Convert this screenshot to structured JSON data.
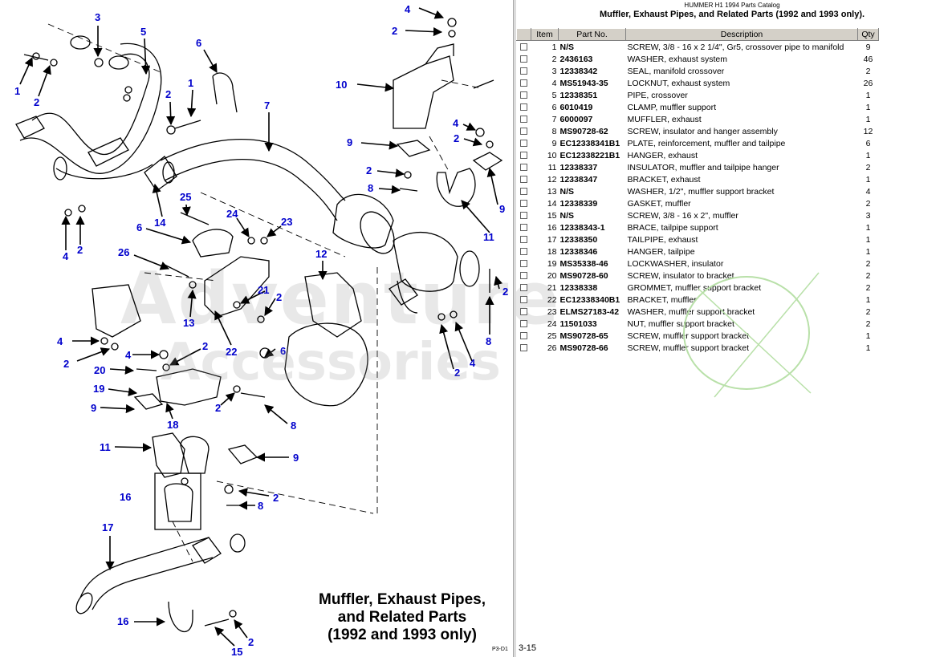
{
  "catalog_title": "HUMMER H1 1994 Parts Catalog",
  "section_title": "Muffler, Exhaust Pipes, and Related Parts (1992 and 1993 only).",
  "table": {
    "headers": {
      "item": "Item",
      "part_no": "Part No.",
      "description": "Description",
      "qty": "Qty"
    },
    "rows": [
      {
        "item": "1",
        "part_no": "N/S",
        "description": "SCREW, 3/8 - 16 x 2 1/4\", Gr5, crossover pipe to manifold",
        "qty": "9"
      },
      {
        "item": "2",
        "part_no": "2436163",
        "description": "WASHER, exhaust system",
        "qty": "46"
      },
      {
        "item": "3",
        "part_no": "12338342",
        "description": "SEAL, manifold crossover",
        "qty": "2"
      },
      {
        "item": "4",
        "part_no": "MS51943-35",
        "description": "LOCKNUT, exhaust system",
        "qty": "26"
      },
      {
        "item": "5",
        "part_no": "12338351",
        "description": "PIPE, crossover",
        "qty": "1"
      },
      {
        "item": "6",
        "part_no": "6010419",
        "description": "CLAMP,  muffler support",
        "qty": "1"
      },
      {
        "item": "7",
        "part_no": "6000097",
        "description": "MUFFLER, exhaust",
        "qty": "1"
      },
      {
        "item": "8",
        "part_no": "MS90728-62",
        "description": "SCREW, insulator and hanger assembly",
        "qty": "12"
      },
      {
        "item": "9",
        "part_no": "EC12338341B1",
        "description": "PLATE, reinforcement, muffler and tailpipe",
        "qty": "6"
      },
      {
        "item": "10",
        "part_no": "EC12338221B1",
        "description": "HANGER, exhaust",
        "qty": "1"
      },
      {
        "item": "11",
        "part_no": "12338337",
        "description": "INSULATOR, muffler and tailpipe hanger",
        "qty": "2"
      },
      {
        "item": "12",
        "part_no": "12338347",
        "description": "BRACKET, exhaust",
        "qty": "1"
      },
      {
        "item": "13",
        "part_no": "N/S",
        "description": "WASHER, 1/2\", muffler support bracket",
        "qty": "4"
      },
      {
        "item": "14",
        "part_no": "12338339",
        "description": "GASKET, muffler",
        "qty": "2"
      },
      {
        "item": "15",
        "part_no": "N/S",
        "description": "SCREW,  3/8 - 16 x 2\", muffler",
        "qty": "3"
      },
      {
        "item": "16",
        "part_no": "12338343-1",
        "description": "BRACE, tailpipe support",
        "qty": "1"
      },
      {
        "item": "17",
        "part_no": "12338350",
        "description": "TAILPIPE, exhaust",
        "qty": "1"
      },
      {
        "item": "18",
        "part_no": "12338346",
        "description": "HANGER, tailpipe",
        "qty": "1"
      },
      {
        "item": "19",
        "part_no": "MS35338-46",
        "description": "LOCKWASHER, insulator",
        "qty": "2"
      },
      {
        "item": "20",
        "part_no": "MS90728-60",
        "description": "SCREW, insulator to bracket",
        "qty": "2"
      },
      {
        "item": "21",
        "part_no": "12338338",
        "description": "GROMMET, muffler support bracket",
        "qty": "2"
      },
      {
        "item": "22",
        "part_no": "EC12338340B1",
        "description": "BRACKET, muffler",
        "qty": "1"
      },
      {
        "item": "23",
        "part_no": "ELMS27183-42",
        "description": "WASHER, muffler support bracket",
        "qty": "2"
      },
      {
        "item": "24",
        "part_no": "11501033",
        "description": "NUT, muffler support bracket",
        "qty": "2"
      },
      {
        "item": "25",
        "part_no": "MS90728-65",
        "description": "SCREW, muffler support bracket",
        "qty": "1"
      },
      {
        "item": "26",
        "part_no": "MS90728-66",
        "description": "SCREW, muffler support bracket",
        "qty": "1"
      }
    ]
  },
  "diagram": {
    "caption_lines": [
      "Muffler, Exhaust Pipes,",
      "and Related Parts",
      "(1992 and 1993 only)"
    ],
    "footer_code": "P3-D1",
    "watermark_lines": [
      "Adventure",
      "Accessories"
    ],
    "callouts": [
      "1",
      "2",
      "3",
      "4",
      "5",
      "6",
      "7",
      "8",
      "9",
      "10",
      "11",
      "12",
      "13",
      "14",
      "15",
      "16",
      "17",
      "18",
      "19",
      "20",
      "21",
      "22",
      "23",
      "24",
      "25",
      "26"
    ]
  },
  "page_number": "3-15",
  "colors": {
    "callout": "#0000cc",
    "header_bg": "#d4d0c8",
    "divider": "#a8a8a8",
    "watermark_ring": "#b8e0a8"
  }
}
